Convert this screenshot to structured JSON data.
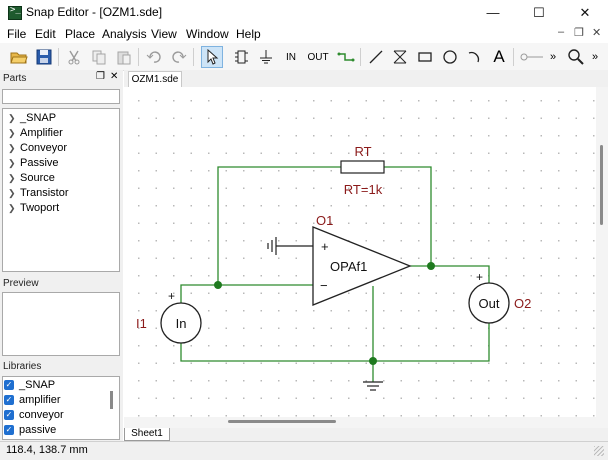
{
  "window": {
    "title": "Snap Editor - [OZM1.sde]",
    "app_icon_glyph": ">_",
    "controls": {
      "minimize": "—",
      "maximize": "☐",
      "close": "✕"
    }
  },
  "menu": [
    {
      "label": "File"
    },
    {
      "label": "Edit"
    },
    {
      "label": "Place"
    },
    {
      "label": "Analysis"
    },
    {
      "label": "View"
    },
    {
      "label": "Window"
    },
    {
      "label": "Help"
    }
  ],
  "mdi_controls": {
    "minimize": "–",
    "restore": "❐",
    "close": "✕"
  },
  "toolbar": {
    "in_label": "IN",
    "out_label": "OUT",
    "text_tool_label": "A",
    "overflow": "»",
    "icons": [
      "open-folder-icon",
      "save-icon",
      "cut-icon",
      "copy-icon",
      "paste-icon",
      "undo-icon",
      "redo-icon",
      "pointer-icon",
      "component-icon",
      "ground-icon",
      "wire-icon",
      "line-icon",
      "cross-icon",
      "rectangle-icon",
      "circle-icon",
      "arc-icon",
      "text-icon",
      "pin-icon",
      "zoom-icon"
    ]
  },
  "parts_panel": {
    "title": "Parts",
    "items": [
      "_SNAP",
      "Amplifier",
      "Conveyor",
      "Passive",
      "Source",
      "Transistor",
      "Twoport"
    ]
  },
  "preview_panel": {
    "title": "Preview"
  },
  "libraries_panel": {
    "title": "Libraries",
    "items": [
      {
        "label": "_SNAP",
        "checked": true
      },
      {
        "label": "amplifier",
        "checked": true
      },
      {
        "label": "conveyor",
        "checked": true
      },
      {
        "label": "passive",
        "checked": true
      }
    ]
  },
  "editor": {
    "tab_label": "OZM1.sde",
    "sheet_tab": "Sheet1",
    "wire_color": "#2e8b2e",
    "label_color": "#8b1a1a",
    "schematic": {
      "resistor_name": "RT",
      "resistor_value": "RT=1k",
      "opamp_name": "O1",
      "opamp_label": "OPAf1",
      "plus_sign": "+",
      "minus_sign": "−",
      "input_name": "I1",
      "input_label": "In",
      "output_name": "O2",
      "output_label": "Out"
    }
  },
  "status": {
    "coordinates": "118.4, 138.7 mm"
  }
}
